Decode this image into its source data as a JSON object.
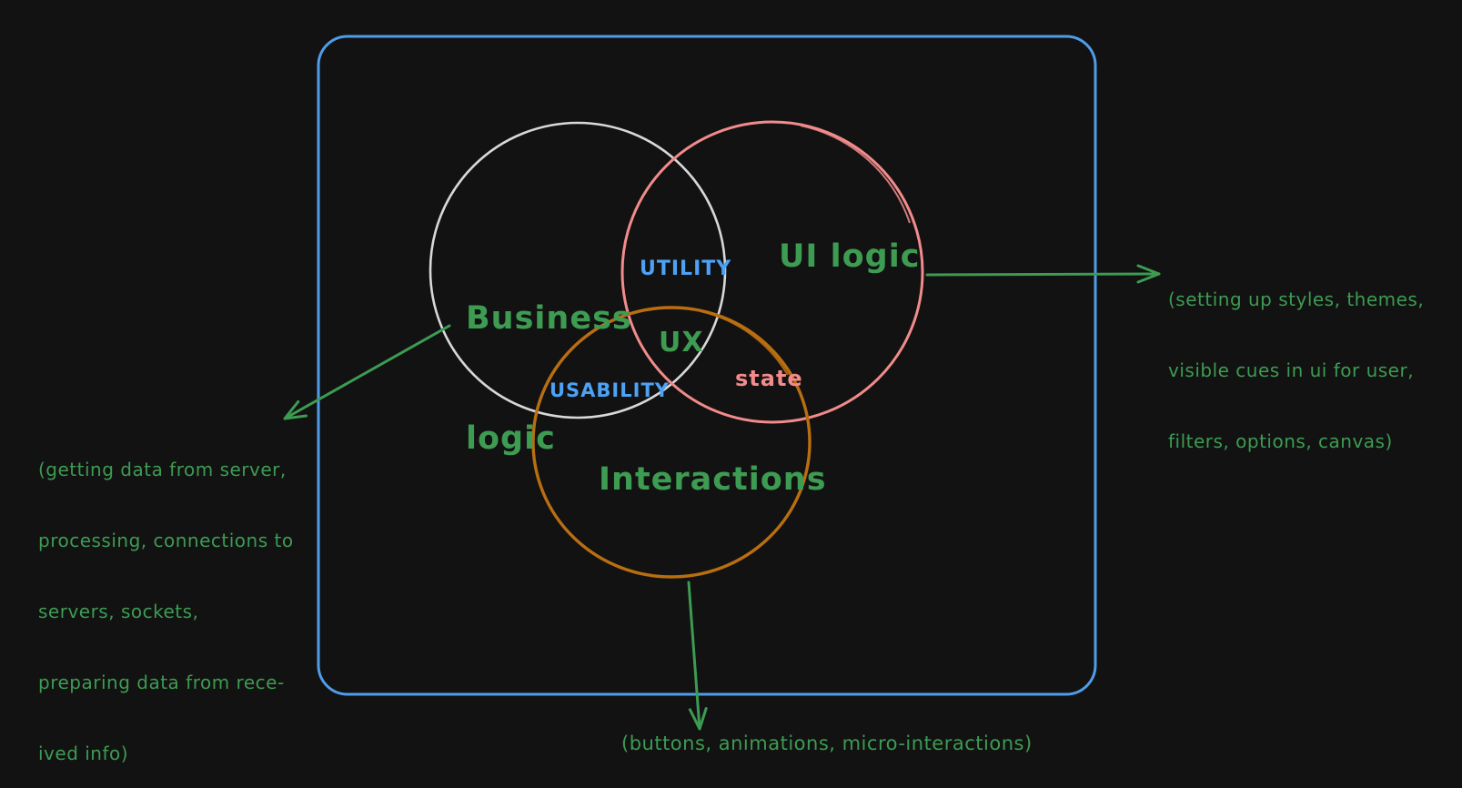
{
  "colors": {
    "background": "#121212",
    "frame_blue": "#4f9de8",
    "green": "#3d9b52",
    "label_blue": "#4da2f5",
    "pink": "#f28b8b",
    "orange": "#b96e11",
    "white": "#d8d8d8"
  },
  "venn": {
    "business": {
      "label_line1": "Business",
      "label_line2": "logic",
      "stroke_color": "#d8d8d8",
      "label_color": "#3d9b52"
    },
    "ui": {
      "label": "UI logic",
      "stroke_color": "#f28b8b",
      "label_color": "#3d9b52"
    },
    "interactions": {
      "label": "Interactions",
      "stroke_color": "#b96e11",
      "label_color": "#3d9b52"
    },
    "overlaps": {
      "utility": {
        "label": "UTILITY",
        "color": "#4da2f5"
      },
      "ux": {
        "label": "UX",
        "color": "#3d9b52"
      },
      "usability": {
        "label": "USABILITY",
        "color": "#4da2f5"
      },
      "state": {
        "label": "state",
        "color": "#f28b8b"
      }
    }
  },
  "annotations": {
    "business_note": {
      "color": "#3d9b52",
      "lines": [
        "(getting data from server,",
        "processing, connections to",
        "servers, sockets,",
        "preparing data from rece-",
        "ived info)"
      ]
    },
    "ui_note": {
      "color": "#3d9b52",
      "lines": [
        "(setting up styles, themes,",
        "visible cues in ui for user,",
        "filters, options, canvas)"
      ]
    },
    "interactions_note": {
      "color": "#3d9b52",
      "text": "(buttons, animations, micro-interactions)"
    }
  }
}
